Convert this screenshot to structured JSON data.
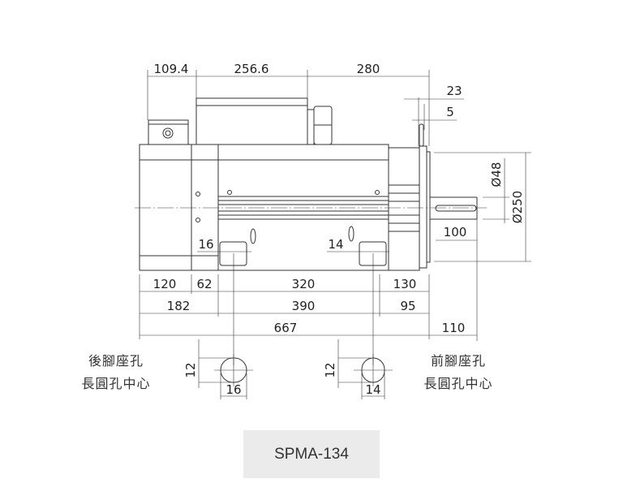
{
  "dimensions": {
    "top": [
      "109.4",
      "256.6",
      "280"
    ],
    "flange_thickness": "23",
    "flange_offset": "5",
    "shaft_diameter": "Ø48",
    "flange_diameter": "Ø250",
    "shaft_length": "100",
    "rear_slot_label": "16",
    "front_slot_label": "14",
    "row1": [
      "120",
      "62",
      "320",
      "130"
    ],
    "row2": [
      "182",
      "390",
      "95"
    ],
    "row3": [
      "667",
      "110"
    ],
    "rear_slot_height": "12",
    "rear_slot_width": "16",
    "front_slot_height": "12",
    "front_slot_width": "14"
  },
  "labels": {
    "rear_line1": "後腳座孔",
    "rear_line2": "長圓孔中心",
    "front_line1": "前腳座孔",
    "front_line2": "長圓孔中心"
  },
  "model": "SPMA-134"
}
